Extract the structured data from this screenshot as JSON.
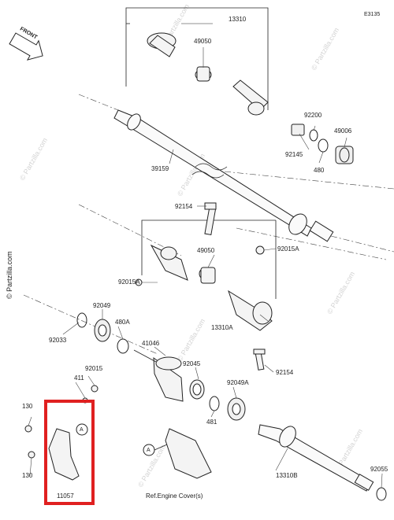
{
  "diagram": {
    "code": "E3135",
    "front_label": "FRONT",
    "ref_note": "Ref.Engine Cover(s)",
    "copyright": "© Partzilla.com",
    "watermark": "© Partzilla.com",
    "highlight_color": "#e02020",
    "line_color": "#222222",
    "parts": [
      {
        "id": "p13310",
        "label": "13310"
      },
      {
        "id": "p49050a",
        "label": "49050"
      },
      {
        "id": "p92200",
        "label": "92200"
      },
      {
        "id": "p49006",
        "label": "49006"
      },
      {
        "id": "p92145",
        "label": "92145"
      },
      {
        "id": "p480",
        "label": "480"
      },
      {
        "id": "p39159",
        "label": "39159"
      },
      {
        "id": "p92154a",
        "label": "92154"
      },
      {
        "id": "p92015A_r",
        "label": "92015A"
      },
      {
        "id": "p49050b",
        "label": "49050"
      },
      {
        "id": "p92015A_l",
        "label": "92015A"
      },
      {
        "id": "p92049",
        "label": "92049"
      },
      {
        "id": "p480A",
        "label": "480A"
      },
      {
        "id": "p13310A",
        "label": "13310A"
      },
      {
        "id": "p92033",
        "label": "92033"
      },
      {
        "id": "p41046",
        "label": "41046"
      },
      {
        "id": "p92045",
        "label": "92045"
      },
      {
        "id": "p92154b",
        "label": "92154"
      },
      {
        "id": "p92015",
        "label": "92015"
      },
      {
        "id": "p411",
        "label": "411"
      },
      {
        "id": "p92049A",
        "label": "92049A"
      },
      {
        "id": "p481",
        "label": "481"
      },
      {
        "id": "p130a",
        "label": "130"
      },
      {
        "id": "p130b",
        "label": "130"
      },
      {
        "id": "p11057",
        "label": "11057"
      },
      {
        "id": "p13310B",
        "label": "13310B"
      },
      {
        "id": "p92055",
        "label": "92055"
      },
      {
        "id": "pA1",
        "label": "A"
      },
      {
        "id": "pA2",
        "label": "A"
      }
    ]
  }
}
